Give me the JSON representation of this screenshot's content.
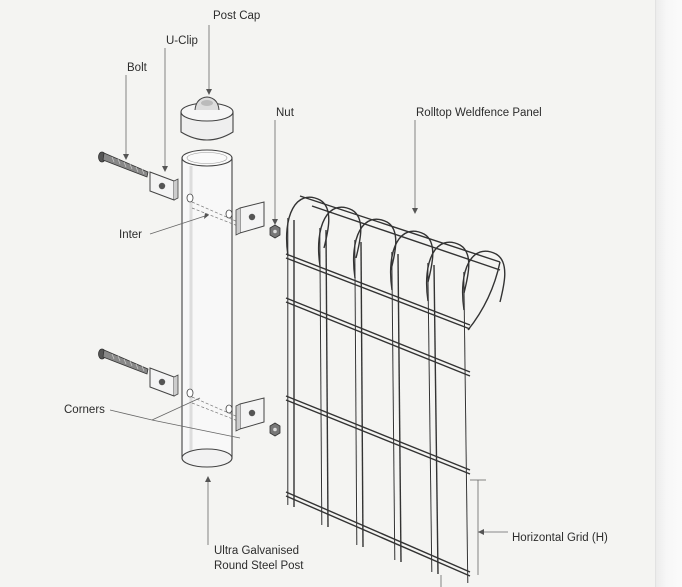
{
  "labels": {
    "post_cap": "Post Cap",
    "u_clip": "U-Clip",
    "bolt": "Bolt",
    "nut": "Nut",
    "panel": "Rolltop Weldfence Panel",
    "inter": "Inter",
    "corners": "Corners",
    "horizontal_grid": "Horizontal Grid (H)",
    "post_line1": "Ultra Galvanised",
    "post_line2": "Round Steel Post"
  },
  "colors": {
    "background": "#f4f4f2",
    "line": "#333333",
    "label": "#2c2c2c"
  }
}
